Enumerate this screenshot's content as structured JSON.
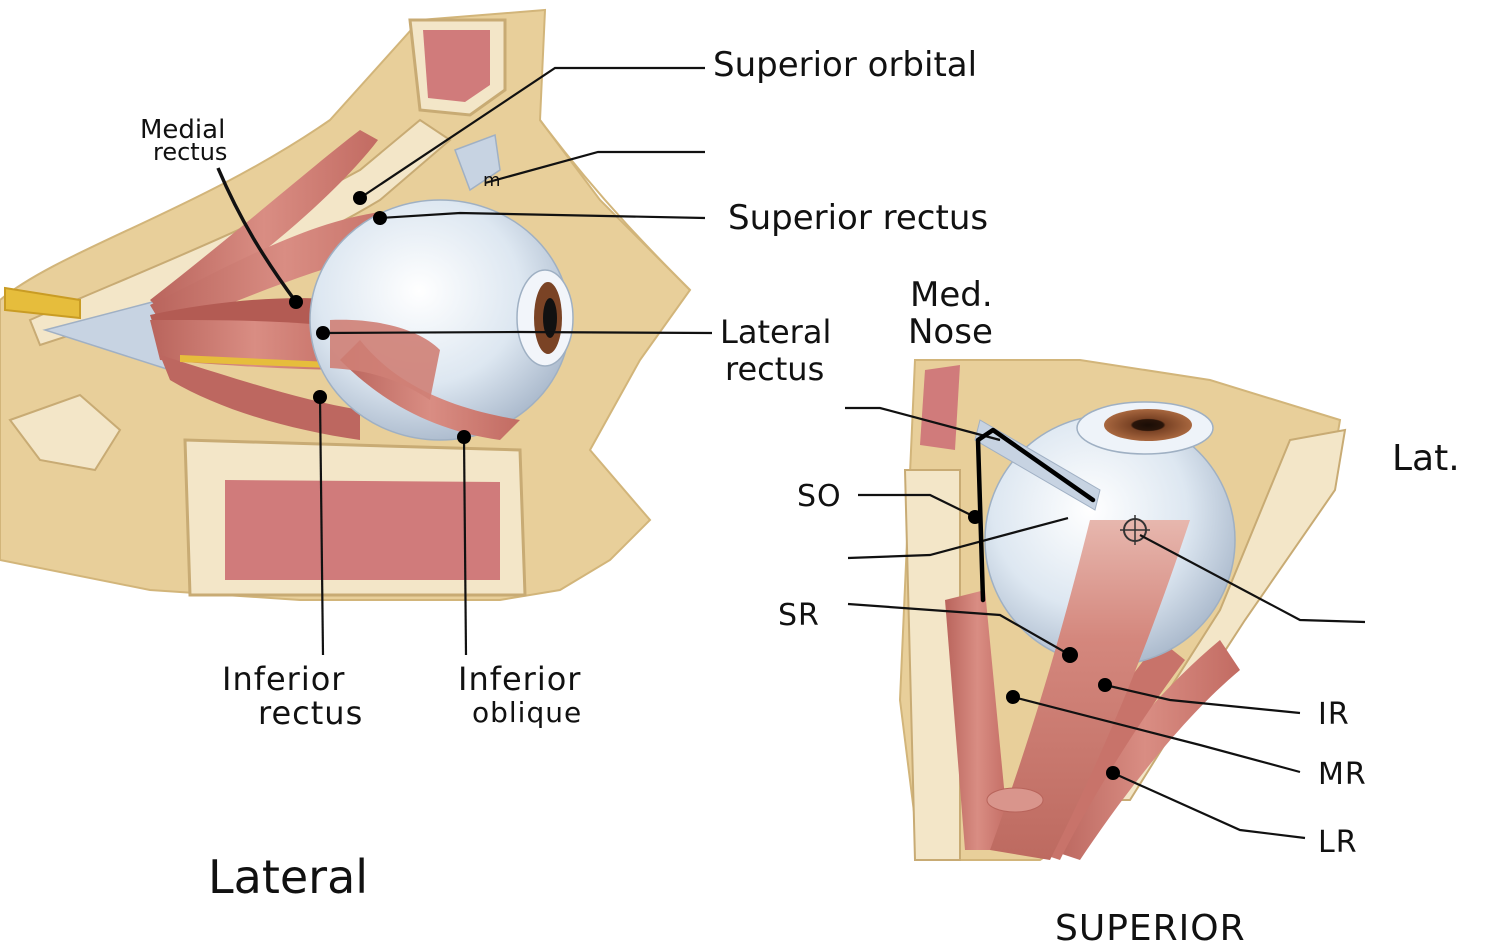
{
  "lateral_view": {
    "title": "Lateral",
    "labels": {
      "superior_orbital": "Superior orbital",
      "unlabeled_top_mark": "m",
      "medial_rectus_line1": "Medial",
      "medial_rectus_line2": "rectus",
      "superior_rectus": "Superior rectus",
      "lateral_rectus_line1": "Lateral",
      "lateral_rectus_line2": "rectus",
      "inferior_rectus_line1": "Inferior",
      "inferior_rectus_line2": "rectus",
      "inferior_oblique_line1": "Inferior",
      "inferior_oblique_line2": "oblique"
    }
  },
  "superior_view": {
    "title": "SUPERIOR",
    "orientation": {
      "medial_line1": "Med.",
      "medial_line2": "Nose",
      "lateral": "Lat."
    },
    "labels": {
      "so": "SO",
      "sr": "SR",
      "ir": "IR",
      "mr": "MR",
      "lr": "LR"
    }
  },
  "colors": {
    "bone": "#e8cf9a",
    "bone_edge": "#d2b57a",
    "muscle": "#c9736a",
    "muscle_light": "#e3a39a",
    "eyeball": "#dfe8f2",
    "iris": "#8a4e2c",
    "sinus": "#d07b7b",
    "nerve": "#e6bd3c"
  }
}
